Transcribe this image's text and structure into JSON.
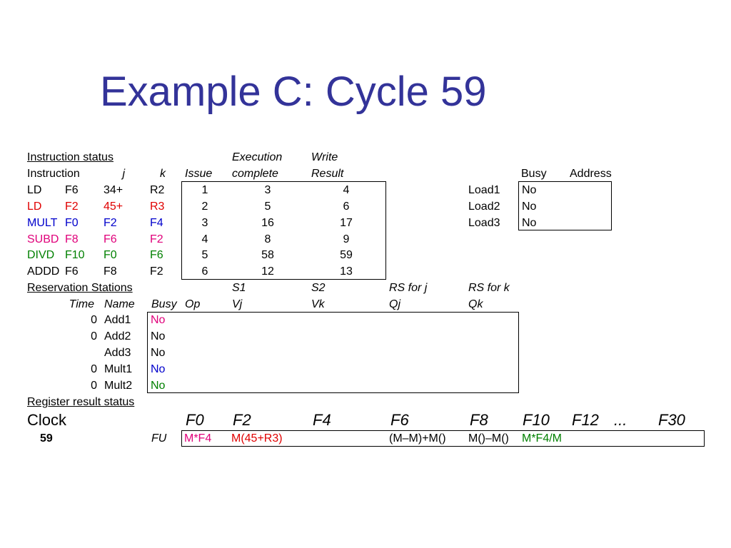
{
  "title": "Example C: Cycle 59",
  "colors": {
    "title": "#333399",
    "red": "#e00000",
    "blue": "#0000cc",
    "magenta": "#e0007a",
    "green": "#008000"
  },
  "instruction_status": {
    "section_label": "Instruction status",
    "header1": {
      "execution": "Execution",
      "write": "Write"
    },
    "header2": {
      "instruction": "Instruction",
      "j": "j",
      "k": "k",
      "issue": "Issue",
      "complete": "complete",
      "result": "Result"
    },
    "rows": [
      {
        "op": "LD",
        "dest": "F6",
        "j": "34+",
        "k": "R2",
        "issue": "1",
        "exec": "3",
        "write": "4",
        "color": "black"
      },
      {
        "op": "LD",
        "dest": "F2",
        "j": "45+",
        "k": "R3",
        "issue": "2",
        "exec": "5",
        "write": "6",
        "color": "red"
      },
      {
        "op": "MULT",
        "dest": "F0",
        "j": "F2",
        "k": "F4",
        "issue": "3",
        "exec": "16",
        "write": "17",
        "color": "blue"
      },
      {
        "op": "SUBD",
        "dest": "F8",
        "j": "F6",
        "k": "F2",
        "issue": "4",
        "exec": "8",
        "write": "9",
        "color": "magenta"
      },
      {
        "op": "DIVD",
        "dest": "F10",
        "j": "F0",
        "k": "F6",
        "issue": "5",
        "exec": "58",
        "write": "59",
        "color": "green"
      },
      {
        "op": "ADDD",
        "dest": "F6",
        "j": "F8",
        "k": "F2",
        "issue": "6",
        "exec": "12",
        "write": "13",
        "color": "black"
      }
    ]
  },
  "load_buffers": {
    "header": {
      "busy": "Busy",
      "address": "Address"
    },
    "rows": [
      {
        "name": "Load1",
        "busy": "No"
      },
      {
        "name": "Load2",
        "busy": "No"
      },
      {
        "name": "Load3",
        "busy": "No"
      }
    ]
  },
  "reservation_stations": {
    "section_label": "Reservation Stations",
    "header1": {
      "s1": "S1",
      "s2": "S2",
      "rsj": "RS for j",
      "rsk": "RS for k"
    },
    "header2": {
      "time": "Time",
      "name": "Name",
      "busy": "Busy",
      "op": "Op",
      "vj": "Vj",
      "vk": "Vk",
      "qj": "Qj",
      "qk": "Qk"
    },
    "rows": [
      {
        "time": "0",
        "name": "Add1",
        "busy": "No",
        "color": "magenta"
      },
      {
        "time": "0",
        "name": "Add2",
        "busy": "No",
        "color": "black"
      },
      {
        "time": "",
        "name": "Add3",
        "busy": "No",
        "color": "black"
      },
      {
        "time": "0",
        "name": "Mult1",
        "busy": "No",
        "color": "blue"
      },
      {
        "time": "0",
        "name": "Mult2",
        "busy": "No",
        "color": "green"
      }
    ]
  },
  "register_result_status": {
    "section_label": "Register result status",
    "clock_label": "Clock",
    "clock_value": "59",
    "fu_label": "FU",
    "registers": [
      "F0",
      "F2",
      "F4",
      "F6",
      "F8",
      "F10",
      "F12",
      "...",
      "F30"
    ],
    "values": [
      {
        "text": "M*F4",
        "color": "magenta"
      },
      {
        "text": "M(45+R3)",
        "color": "red"
      },
      {
        "text": "",
        "color": "black"
      },
      {
        "text": "(M–M)+M()",
        "color": "black"
      },
      {
        "text": "M()–M()",
        "color": "black"
      },
      {
        "text": "M*F4/M",
        "color": "green"
      }
    ]
  }
}
